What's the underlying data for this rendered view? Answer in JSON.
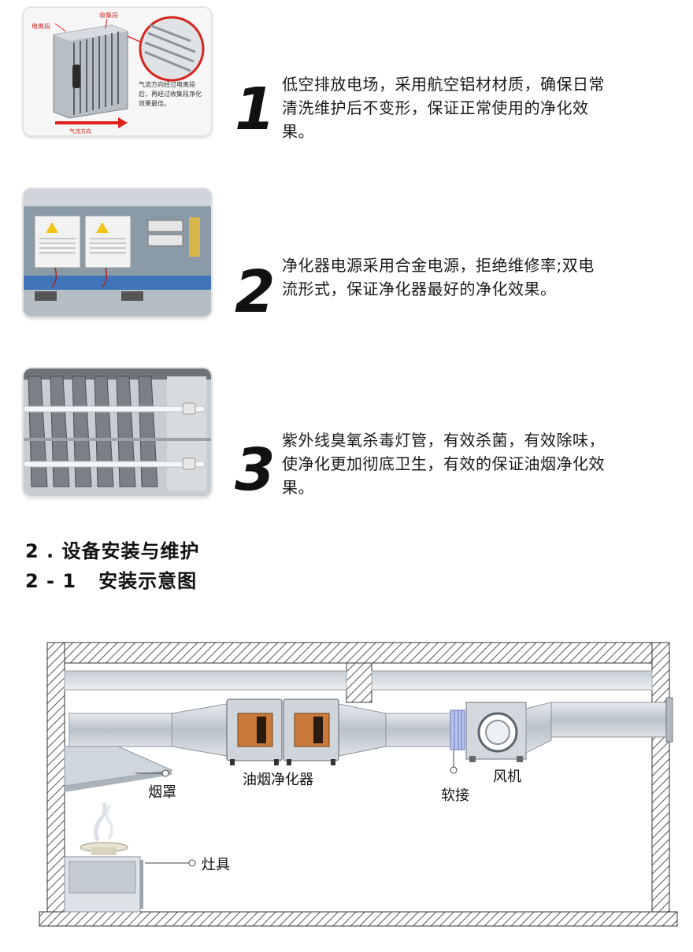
{
  "features": [
    {
      "number": "1",
      "text": "低空排放电场，采用航空铝材材质，确保日常清洗维护后不变形，保证正常使用的净化效果。",
      "image": {
        "label_ionization": "电离段",
        "label_collection": "收集段",
        "label_note": "气流方向经过电离段后，再经过收集段净化效果最佳。",
        "label_airflow": "气流方向"
      }
    },
    {
      "number": "2",
      "text": "净化器电源采用合金电源，拒绝维修率;双电流形式，保证净化器最好的净化效果。"
    },
    {
      "number": "3",
      "text": "紫外线臭氧杀毒灯管，有效杀菌，有效除味，使净化更加彻底卫生，有效的保证油烟净化效果。"
    }
  ],
  "section": {
    "heading": "2 . 设备安装与维护",
    "subheading": "2 - 1   安装示意图"
  },
  "diagram": {
    "labels": {
      "hood": "烟罩",
      "purifier": "油烟净化器",
      "soft_joint": "软接",
      "fan": "风机",
      "stove": "灶具"
    }
  },
  "colors": {
    "text": "#231815",
    "arrow_red": "#e0201a",
    "duct": "#c9d1d8",
    "purifier_window": "#c97a3a"
  }
}
